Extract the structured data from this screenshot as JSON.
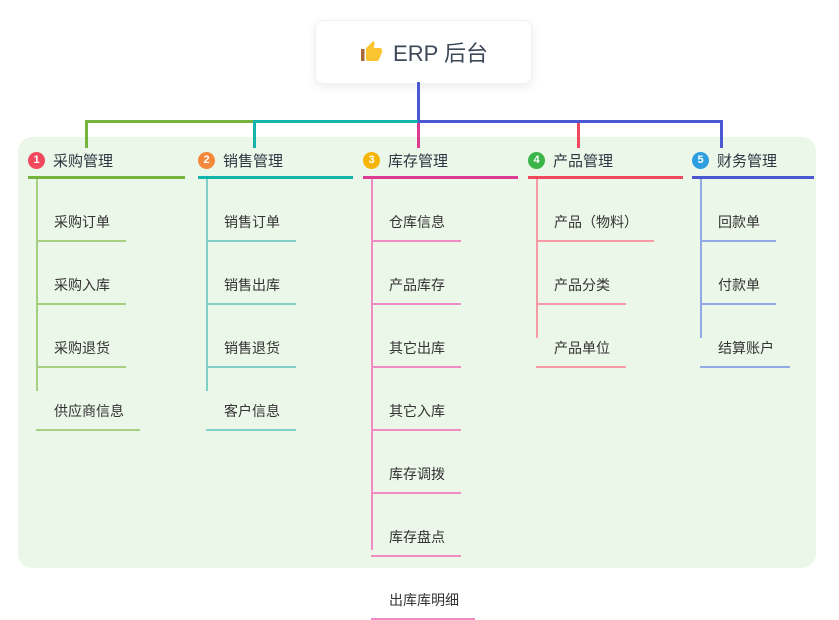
{
  "root": {
    "label": "ERP 后台",
    "icon": "thumbs-up-icon",
    "icon_color": "#fbc531",
    "icon_cuff_color": "#a9683a",
    "text_color": "#3c4858"
  },
  "canvas": {
    "background": "#ebf7e8"
  },
  "branches": [
    {
      "num": "1",
      "title": "采购管理",
      "badge_color": "#f3495f",
      "line_color": "#76b43e",
      "child_line_color": "#a6d07f",
      "children": [
        "采购订单",
        "采购入库",
        "采购退货",
        "供应商信息"
      ]
    },
    {
      "num": "2",
      "title": "销售管理",
      "badge_color": "#f5893b",
      "line_color": "#13b5ab",
      "child_line_color": "#7fd0c9",
      "children": [
        "销售订单",
        "销售出库",
        "销售退货",
        "客户信息"
      ]
    },
    {
      "num": "3",
      "title": "库存管理",
      "badge_color": "#f7b500",
      "line_color": "#dd3a93",
      "child_line_color": "#ee8cc3",
      "children": [
        "仓库信息",
        "产品库存",
        "其它出库",
        "其它入库",
        "库存调拨",
        "库存盘点",
        "出库库明细"
      ]
    },
    {
      "num": "4",
      "title": "产品管理",
      "badge_color": "#3bb54a",
      "line_color": "#f0485e",
      "child_line_color": "#f79aa5",
      "children": [
        "产品（物料）",
        "产品分类",
        "产品单位"
      ]
    },
    {
      "num": "5",
      "title": "财务管理",
      "badge_color": "#2d9fe0",
      "line_color": "#4a58d2",
      "child_line_color": "#93a9e3",
      "children": [
        "回款单",
        "付款单",
        "结算账户"
      ]
    }
  ]
}
